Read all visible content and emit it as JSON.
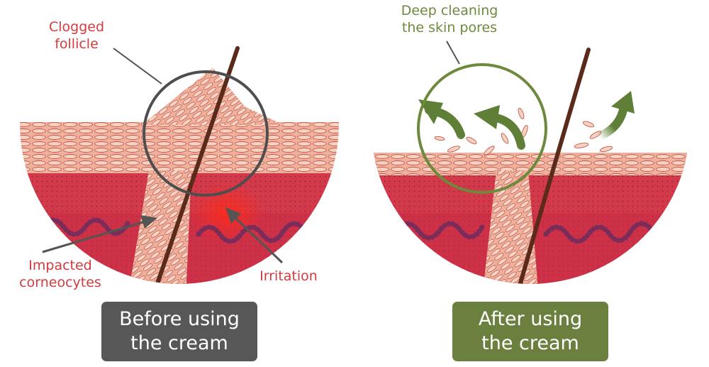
{
  "panels": {
    "before": {
      "caption_line1": "Before using",
      "caption_line2": "the cream",
      "caption_color": "#575757",
      "labels": {
        "clogged_line1": "Clogged",
        "clogged_line2": "follicle",
        "impacted_line1": "Impacted",
        "impacted_line2": "corneocytes",
        "irritation": "Irritation"
      },
      "label_color": "#d33b3f"
    },
    "after": {
      "caption_line1": "After using",
      "caption_line2": "the cream",
      "caption_color": "#6b7f3e",
      "labels": {
        "deep_line1": "Deep cleaning",
        "deep_line2": "the skin pores"
      },
      "label_color": "#6d8a3c"
    }
  },
  "colors": {
    "skin_top": "#e9a089",
    "dermis": "#d2354a",
    "hair": "#5a2a1a",
    "circle_before": "#4e4e4e",
    "circle_after": "#6d8a3c",
    "arrow_green": "#5e7f35"
  }
}
